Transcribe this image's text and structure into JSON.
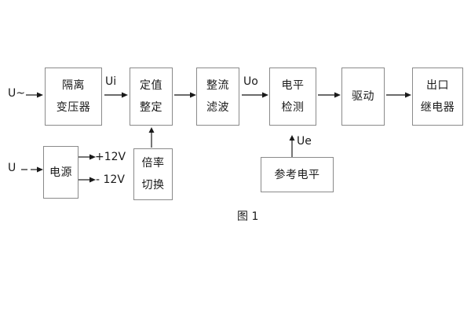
{
  "figure": {
    "caption": "图 1",
    "background_color": "#ffffff",
    "line_color": "#8a8a8a",
    "text_color": "#1a1a1a"
  },
  "inputs": {
    "ac_source_label": "U~",
    "dc_source_label": "U"
  },
  "signals": {
    "ui": "Ui",
    "uo": "Uo",
    "ue": "Ue",
    "pos_rail": "+12V",
    "neg_rail": "- 12V"
  },
  "main_chain": [
    {
      "id": "isolation-transformer",
      "line1": "隔离",
      "line2": "变压器"
    },
    {
      "id": "setting-value",
      "line1": "定值",
      "line2": "整定"
    },
    {
      "id": "rectifier-filter",
      "line1": "整流",
      "line2": "滤波"
    },
    {
      "id": "level-detection",
      "line1": "电平",
      "line2": "检测"
    },
    {
      "id": "driver",
      "line1": "驱动",
      "line2": ""
    },
    {
      "id": "output-relay",
      "line1": "出口",
      "line2": "继电器"
    }
  ],
  "support_blocks": [
    {
      "id": "power-supply",
      "line1": "电源",
      "line2": ""
    },
    {
      "id": "ratio-switch",
      "line1": "倍率",
      "line2": "切换"
    },
    {
      "id": "reference-level",
      "line1": "参考电平",
      "line2": ""
    }
  ]
}
